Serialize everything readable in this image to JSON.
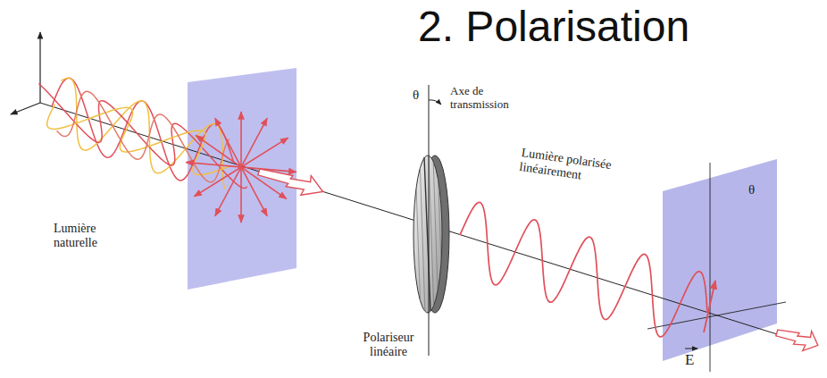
{
  "diagram": {
    "title": "2. Polarisation",
    "labels": [
      "θ",
      "Axe de transmission",
      "Lumière polarisée linéairement",
      "θ",
      "Lumière naturelle",
      "Polariseur linéaire",
      "E"
    ]
  }
}
